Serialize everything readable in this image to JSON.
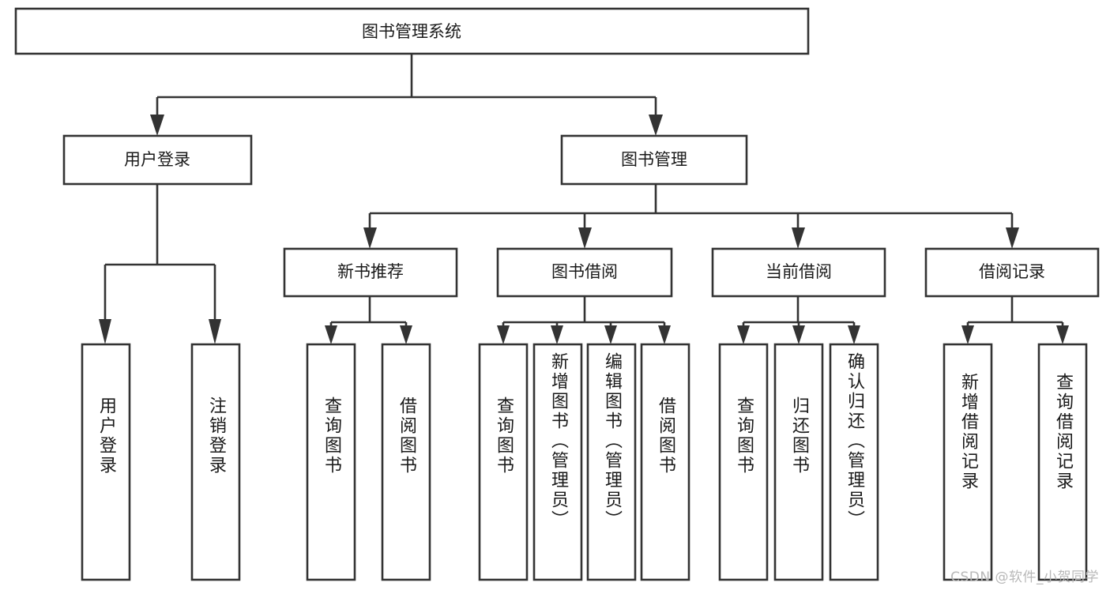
{
  "diagram": {
    "title_node": {
      "label": "图书管理系统"
    },
    "level1": [
      {
        "id": "user-login",
        "label": "用户登录"
      },
      {
        "id": "book-management",
        "label": "图书管理"
      }
    ],
    "level2": [
      {
        "id": "new-book-recommend",
        "label": "新书推荐",
        "parent": "book-management"
      },
      {
        "id": "book-borrow",
        "label": "图书借阅",
        "parent": "book-management"
      },
      {
        "id": "current-borrow",
        "label": "当前借阅",
        "parent": "book-management"
      },
      {
        "id": "borrow-record",
        "label": "借阅记录",
        "parent": "book-management"
      }
    ],
    "leaves": [
      {
        "id": "leaf-user-login",
        "label": "用户登录",
        "parent": "user-login"
      },
      {
        "id": "leaf-logout-login",
        "label": "注销登录",
        "parent": "user-login"
      },
      {
        "id": "leaf-query-book-1",
        "label": "查询图书",
        "parent": "new-book-recommend"
      },
      {
        "id": "leaf-borrow-book-1",
        "label": "借阅图书",
        "parent": "new-book-recommend"
      },
      {
        "id": "leaf-query-book-2",
        "label": "查询图书",
        "parent": "book-borrow"
      },
      {
        "id": "leaf-add-book",
        "label": "新增图书（管理员）",
        "parent": "book-borrow"
      },
      {
        "id": "leaf-edit-book",
        "label": "编辑图书（管理员）",
        "parent": "book-borrow"
      },
      {
        "id": "leaf-borrow-book-2",
        "label": "借阅图书",
        "parent": "book-borrow"
      },
      {
        "id": "leaf-query-book-3",
        "label": "查询图书",
        "parent": "current-borrow"
      },
      {
        "id": "leaf-return-book",
        "label": "归还图书",
        "parent": "current-borrow"
      },
      {
        "id": "leaf-confirm-return",
        "label": "确认归还（管理员）",
        "parent": "current-borrow"
      },
      {
        "id": "leaf-add-record",
        "label": "新增借阅记录",
        "parent": "borrow-record"
      },
      {
        "id": "leaf-query-record",
        "label": "查询借阅记录",
        "parent": "borrow-record"
      }
    ]
  },
  "watermark": {
    "text": "CSDN @软件_小贺同学"
  },
  "colors": {
    "box_stroke": "#333333",
    "box_fill": "#ffffff",
    "text": "#1a1a1a",
    "watermark": "#b8b8b8",
    "background": "#ffffff"
  }
}
